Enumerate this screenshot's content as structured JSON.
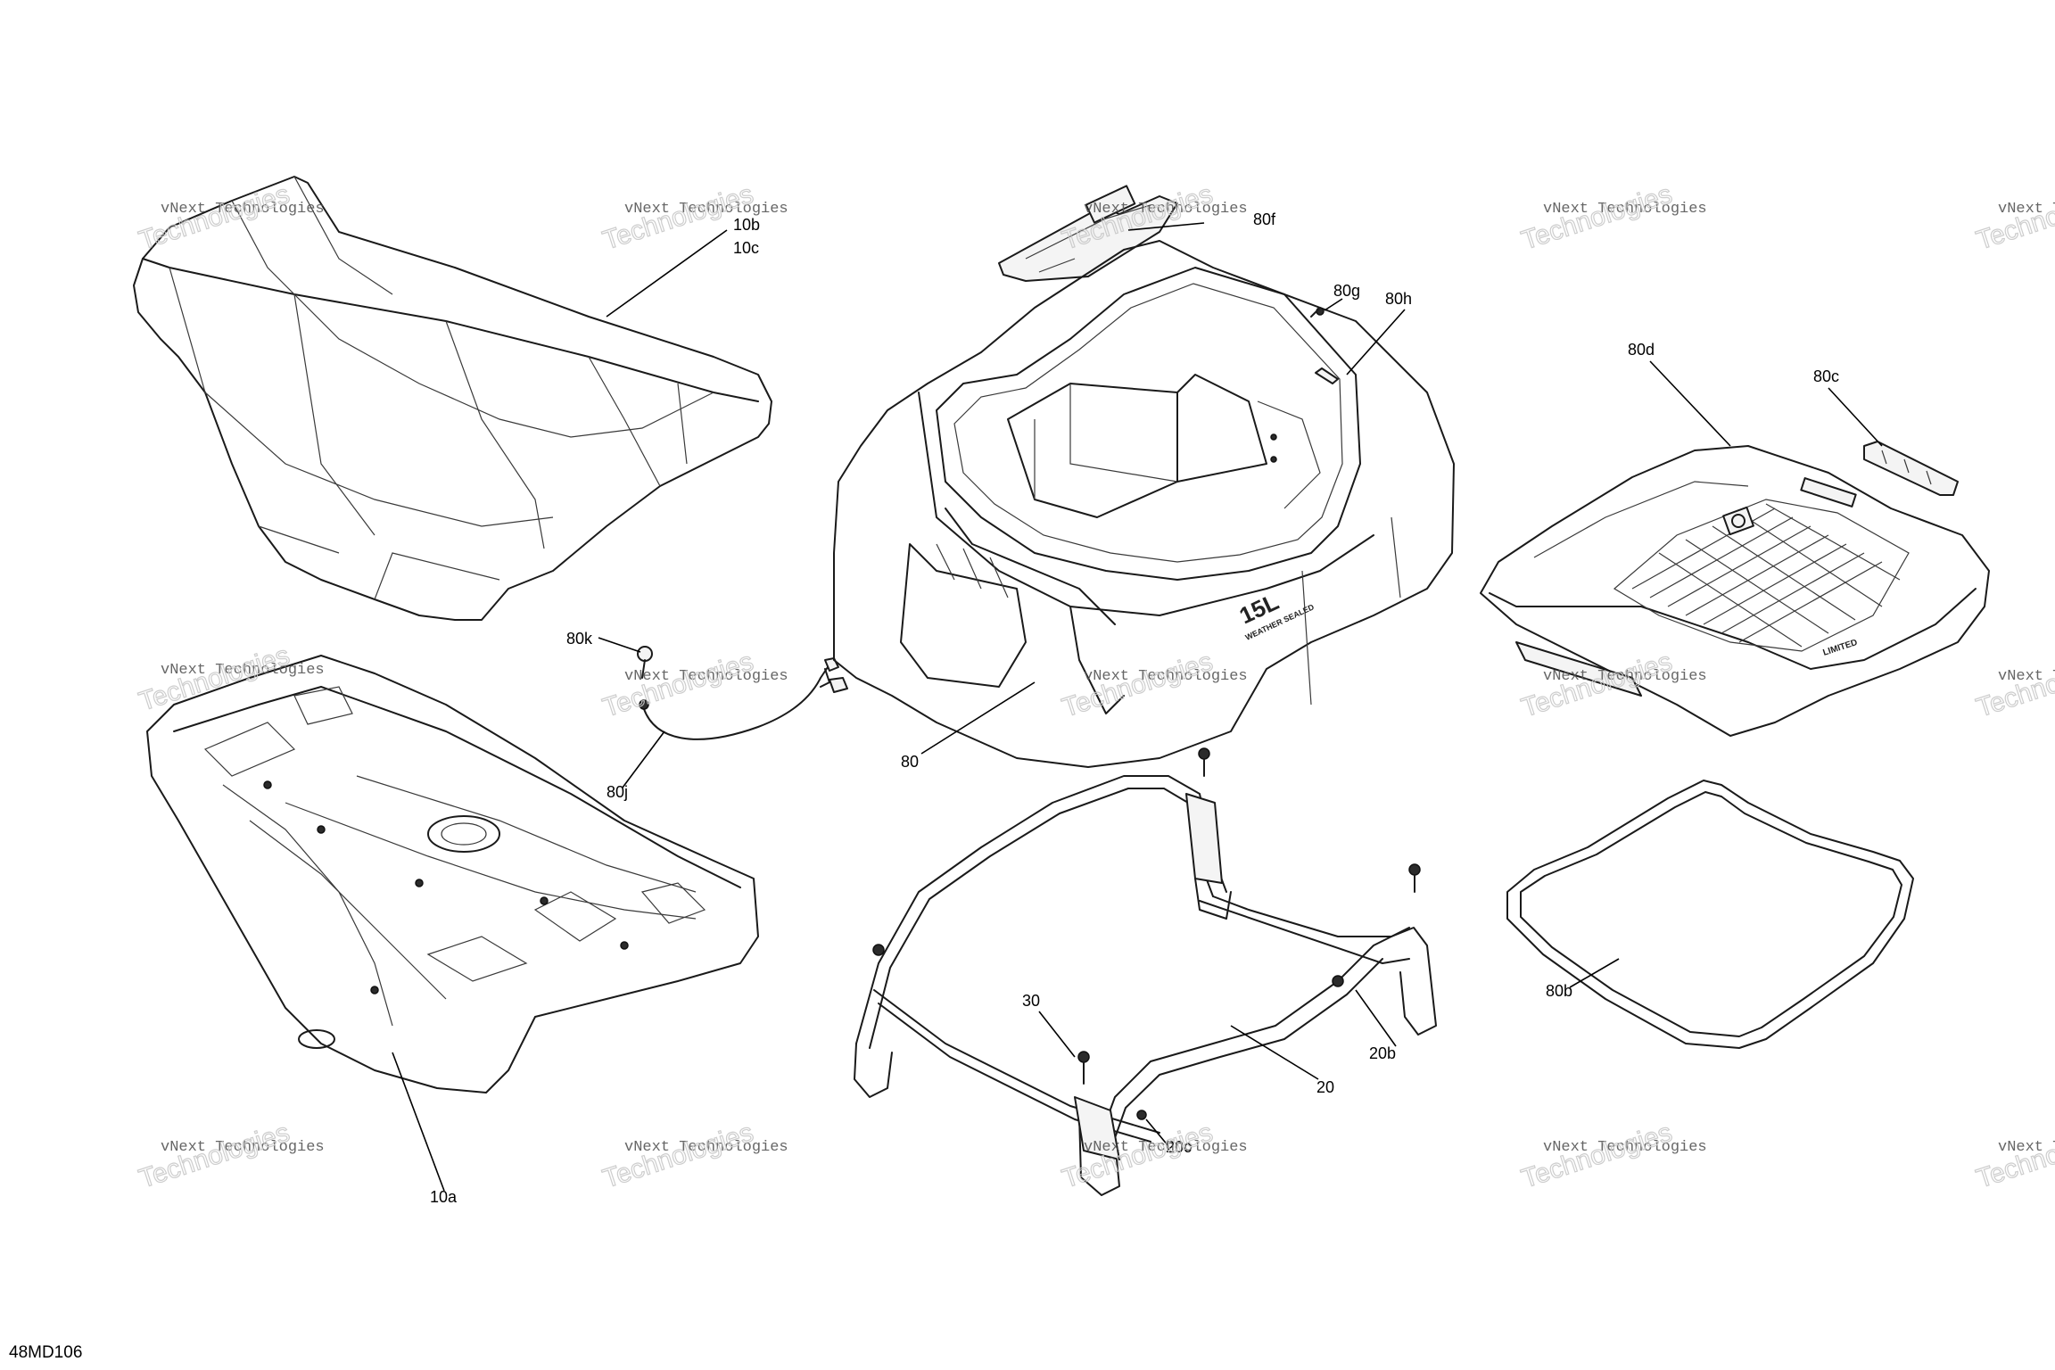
{
  "drawing_code": "48MD106",
  "watermark": {
    "line1": "vNext Technologies",
    "line2": "Technologies"
  },
  "embossing": {
    "capacity": "15L",
    "seal_text": "WEATHER SEALED",
    "lid_badge": "LIMITED"
  },
  "callouts": [
    {
      "id": "10b",
      "text": "10b"
    },
    {
      "id": "10c",
      "text": "10c"
    },
    {
      "id": "10a",
      "text": "10a"
    },
    {
      "id": "80f",
      "text": "80f"
    },
    {
      "id": "80g",
      "text": "80g"
    },
    {
      "id": "80h",
      "text": "80h"
    },
    {
      "id": "80d",
      "text": "80d"
    },
    {
      "id": "80c",
      "text": "80c"
    },
    {
      "id": "80k",
      "text": "80k"
    },
    {
      "id": "80j",
      "text": "80j"
    },
    {
      "id": "80",
      "text": "80"
    },
    {
      "id": "30",
      "text": "30"
    },
    {
      "id": "20b",
      "text": "20b"
    },
    {
      "id": "20",
      "text": "20"
    },
    {
      "id": "20c",
      "text": "20c"
    },
    {
      "id": "80b",
      "text": "80b"
    }
  ]
}
